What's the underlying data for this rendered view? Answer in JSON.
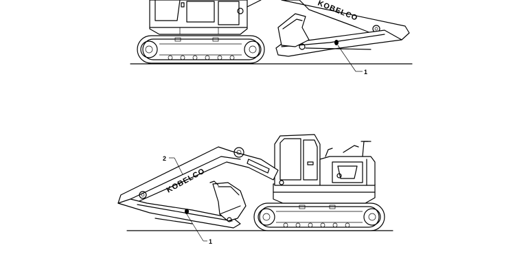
{
  "drawing": {
    "top_view": {
      "brand": "KOBELCO",
      "callouts": [
        {
          "number": "1"
        }
      ]
    },
    "bottom_view": {
      "brand": "KOBELCO",
      "callouts": [
        {
          "number": "2"
        },
        {
          "number": "1"
        }
      ]
    }
  }
}
